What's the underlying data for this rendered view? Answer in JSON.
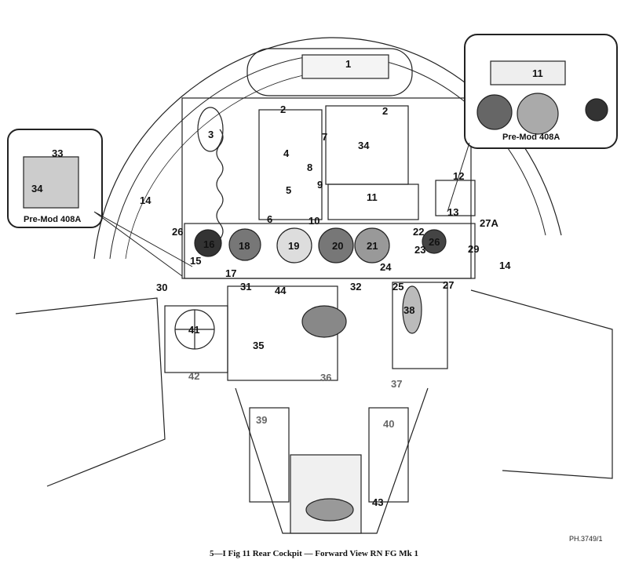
{
  "figure": {
    "caption": "5—I Fig 11   Rear Cockpit — Forward View RN FG Mk 1",
    "reference": "PH.3749/1",
    "inset_right_title": "Pre-Mod 408A",
    "inset_left_title": "Pre-Mod 408A",
    "callouts": {
      "c1": "1",
      "c2a": "2",
      "c2b": "2",
      "c3": "3",
      "c4": "4",
      "c5": "5",
      "c6": "6",
      "c7": "7",
      "c8": "8",
      "c9": "9",
      "c10": "10",
      "c11": "11",
      "c11i": "11",
      "c12": "12",
      "c13": "13",
      "c14a": "14",
      "c14b": "14",
      "c15": "15",
      "c16": "16",
      "c17": "17",
      "c18": "18",
      "c19": "19",
      "c20": "20",
      "c21": "21",
      "c22": "22",
      "c23": "23",
      "c24": "24",
      "c25": "25",
      "c26a": "26",
      "c26b": "26",
      "c27": "27",
      "c27a": "27A",
      "c29": "29",
      "c30": "30",
      "c31": "31",
      "c32": "32",
      "c33": "33",
      "c34a": "34",
      "c34b": "34",
      "c35": "35",
      "c36": "36",
      "c37": "37",
      "c38": "38",
      "c39": "39",
      "c40": "40",
      "c41": "41",
      "c42": "42",
      "c43": "43",
      "c44": "44"
    }
  }
}
